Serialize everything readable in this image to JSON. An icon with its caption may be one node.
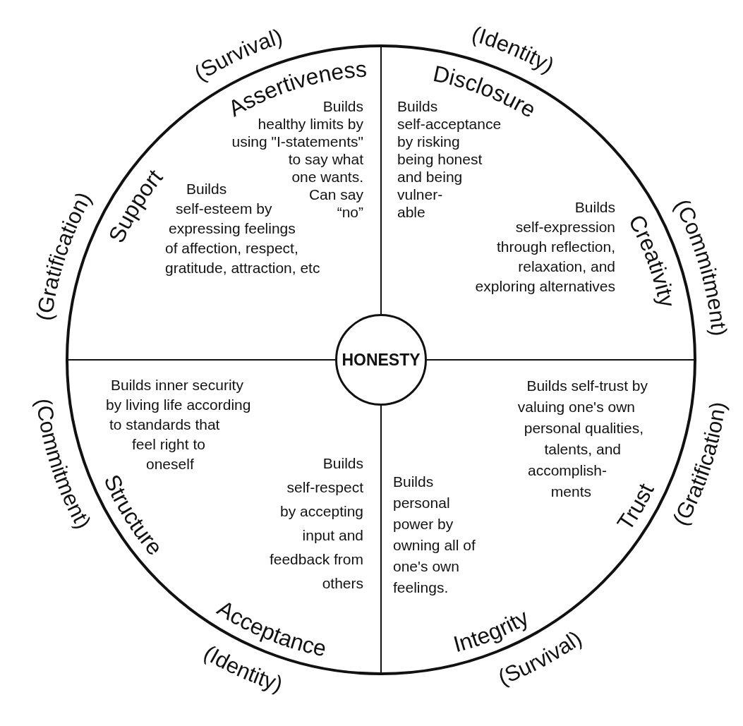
{
  "diagram": {
    "nodes": [
      {
        "text": [
          "HONESTY"
        ]
      }
    ],
    "labels": [
      "(Survival)",
      "(Identity)",
      "Assertiveness",
      "Disclosure",
      "(Gratification)",
      "(Commitment)",
      "Support",
      "Creativity",
      "Builds healthy limits by using \"I-statements\" to say what one wants. Can say “no”",
      "Builds self-acceptance by risking being honest and being vulner- able",
      "Builds self-esteem by expressing feelings of affection, respect, gratitude, attraction, etc",
      "Builds self-expression through reflection, relaxation, and exploring alternatives",
      "(Commitment)",
      "Structure",
      "Builds inner security by living life according to standards that feel right to oneself",
      "Builds self-respect by accepting input and feedback from others",
      "Builds personal power by owning all of one's own feelings.",
      "Builds self-trust by valuing one's own personal qualities, talents, and accomplish- ments",
      "Trust",
      "(Gratification)",
      "Acceptance",
      "Integrity",
      "(Identity)",
      "(Survival)"
    ]
  }
}
